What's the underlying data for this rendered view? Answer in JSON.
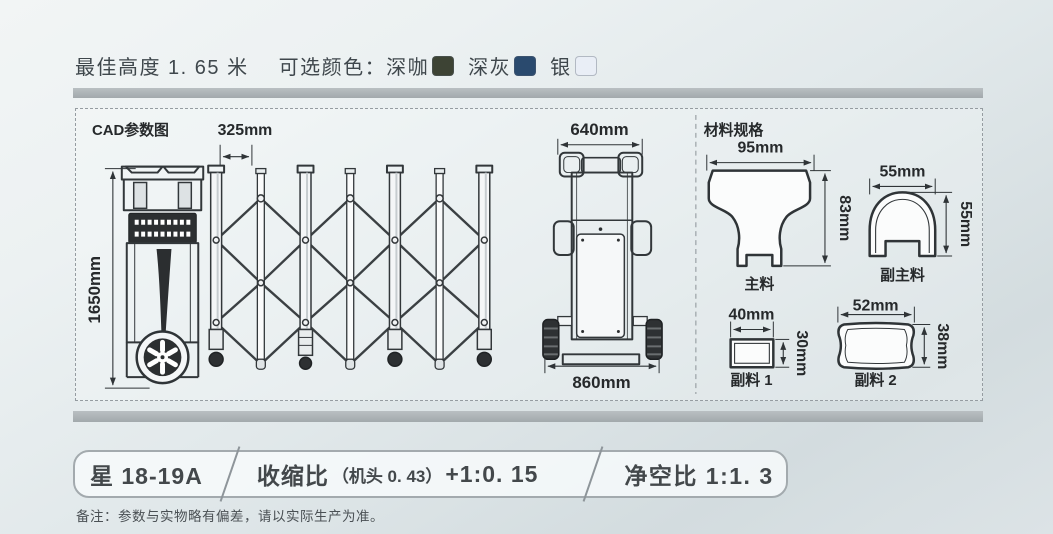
{
  "top_info": {
    "height_label": "最佳高度 1. 65 米",
    "color_label": "可选颜色：",
    "colors": [
      {
        "name": "深咖",
        "hex": "#3d4334"
      },
      {
        "name": "深灰",
        "hex": "#2a4a6e"
      },
      {
        "name": "银",
        "hex": "#e9eef6"
      }
    ]
  },
  "cad": {
    "title": "CAD参数图",
    "side_view": {
      "spacing": "325mm",
      "height": "1650mm"
    },
    "front_view": {
      "top_width": "640mm",
      "base_width": "860mm"
    },
    "materials": {
      "title": "材料规格",
      "main": {
        "name": "主料",
        "width": "95mm",
        "height": "83mm"
      },
      "sub_main": {
        "name": "副主料",
        "width": "55mm",
        "height": "55mm"
      },
      "sub1": {
        "name": "副料 1",
        "width": "40mm",
        "height": "30mm"
      },
      "sub2": {
        "name": "副料 2",
        "width": "52mm",
        "height": "38mm"
      }
    }
  },
  "pill": {
    "model": "星 18-19A",
    "shrink_label": "收缩比",
    "shrink_paren": "（机头 0. 43）",
    "shrink_value": "+1:0. 15",
    "clearance": "净空比 1:1. 3"
  },
  "footnote": "备注：参数与实物略有偏差，请以实际生产为准。"
}
